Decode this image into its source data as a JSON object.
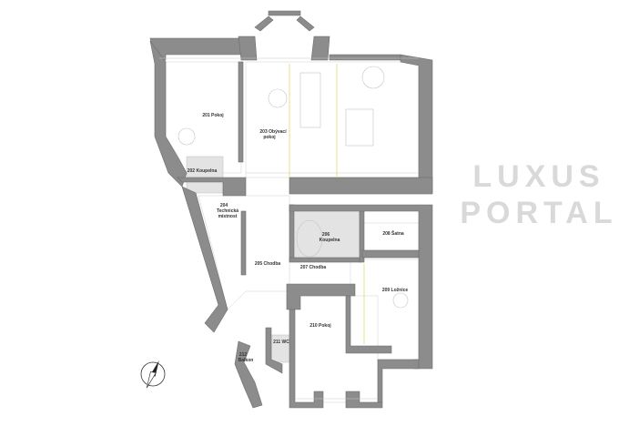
{
  "plan": {
    "rooms": [
      {
        "id": "201",
        "name": "201 Pokoj"
      },
      {
        "id": "202",
        "name": "202 Koupelna"
      },
      {
        "id": "203",
        "name": "203 Obývací",
        "name2": "pokoj"
      },
      {
        "id": "204",
        "name": "204",
        "name2": "Technická",
        "name3": "místnost"
      },
      {
        "id": "205",
        "name": "205 Chodba"
      },
      {
        "id": "206",
        "name": "206",
        "name2": "Koupelna"
      },
      {
        "id": "207",
        "name": "207 Chodba"
      },
      {
        "id": "208",
        "name": "208 Šatna"
      },
      {
        "id": "209",
        "name": "209 Ložnice"
      },
      {
        "id": "210",
        "name": "210 Pokoj"
      },
      {
        "id": "211",
        "name": "211 WC"
      },
      {
        "id": "212",
        "name": "212",
        "name2": "Balkon"
      }
    ],
    "watermark": [
      "LUXUS",
      "PORTAL"
    ],
    "compass_icon": "north-arrow-icon",
    "colors": {
      "wall": "#8c8c8c",
      "wet_room": "#e3e3e3",
      "glass": "#e6e08a"
    }
  }
}
